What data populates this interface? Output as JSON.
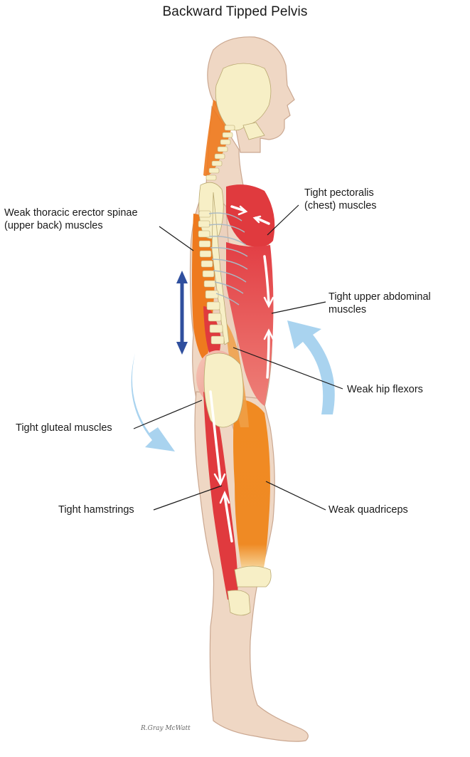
{
  "title": "Backward Tipped Pelvis",
  "labels": {
    "pectoralis": "Tight pectoralis\n(chest) muscles",
    "erector": "Weak thoracic erector spinae\n(upper back) muscles",
    "abdominal": "Tight upper abdominal\nmuscles",
    "hip_flexors": "Weak hip flexors",
    "gluteal": "Tight gluteal muscles",
    "hamstrings": "Tight hamstrings",
    "quadriceps": "Weak quadriceps"
  },
  "signature": "R.Gray McWatt",
  "colors": {
    "skin": "#efd7c4",
    "skin_outline": "#caa790",
    "tight_muscle": "#e03a3e",
    "weak_muscle": "#ee7a1e",
    "bone": "#f7efc6",
    "arrow_light": "#a9d3ef",
    "arrow_dark": "#2f4f9e"
  }
}
